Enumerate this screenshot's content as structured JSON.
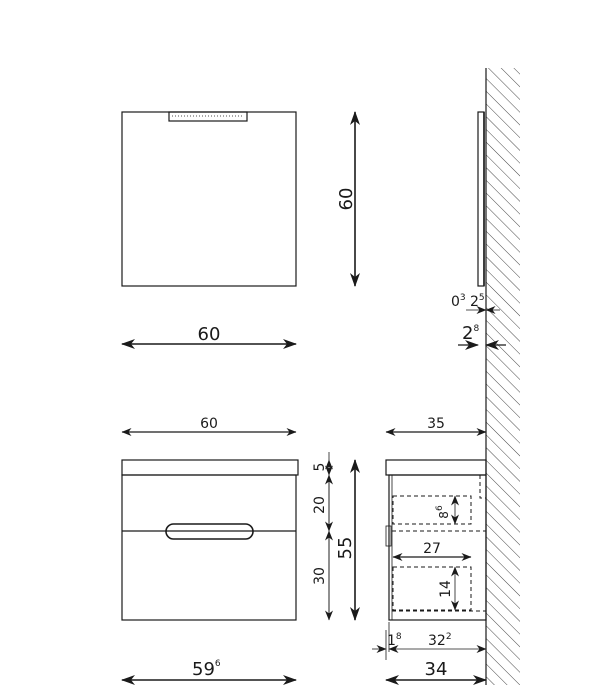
{
  "mirror_front": {
    "width_dim": "60",
    "height_dim": "60"
  },
  "mirror_side": {
    "gap_dim_a": "0",
    "gap_dim_a_sup": "3",
    "gap_dim_b": "2",
    "gap_dim_b_sup": "5",
    "depth_dim": "2",
    "depth_dim_sup": "8"
  },
  "cabinet_front": {
    "top_width_dim": "60",
    "bottom_width_dim": "59",
    "bottom_width_dim_sup": "6",
    "top_height_dim": "5",
    "upper_drawer_dim": "20",
    "lower_drawer_dim": "30",
    "total_height_dim": "55"
  },
  "cabinet_side": {
    "top_depth_dim": "35",
    "inner_depth_dim": "27",
    "upper_inner_height_dim": "8",
    "upper_inner_height_dim_sup": "6",
    "lower_inner_height_dim": "14",
    "offset_dim": "1",
    "offset_dim_sup": "8",
    "body_depth_dim": "32",
    "body_depth_dim_sup": "2",
    "total_depth_dim": "34"
  }
}
